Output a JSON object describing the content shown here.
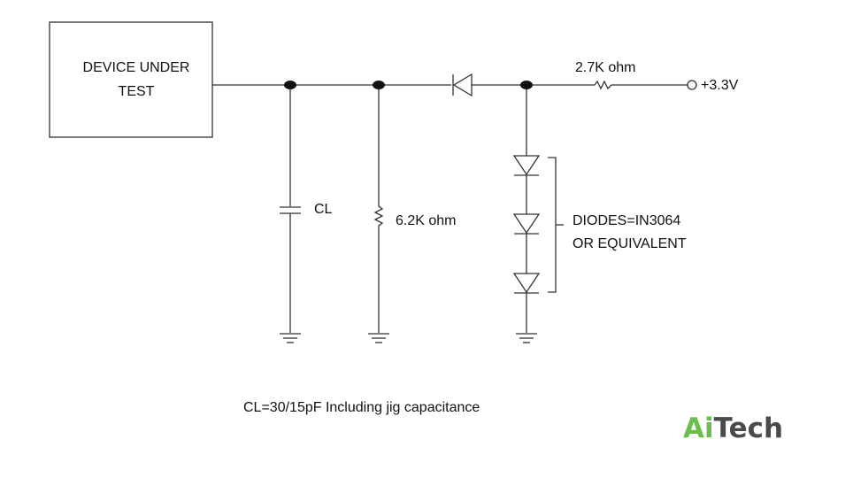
{
  "diagram": {
    "dut_label_line1": "DEVICE UNDER",
    "dut_label_line2": "TEST",
    "capacitor_label": "CL",
    "pulldown_resistor_label": "6.2K ohm",
    "pullup_resistor_label": "2.7K ohm",
    "supply_label": "+3.3V",
    "diodes_label_line1": "DIODES=IN3064",
    "diodes_label_line2": "OR EQUIVALENT",
    "note": "CL=30/15pF Including jig capacitance"
  },
  "logo": {
    "text_a": "Ai",
    "text_b": "Tech",
    "color_a": "#6abf4b",
    "color_b": "#4a4a4a"
  },
  "colors": {
    "line": "#333333"
  }
}
